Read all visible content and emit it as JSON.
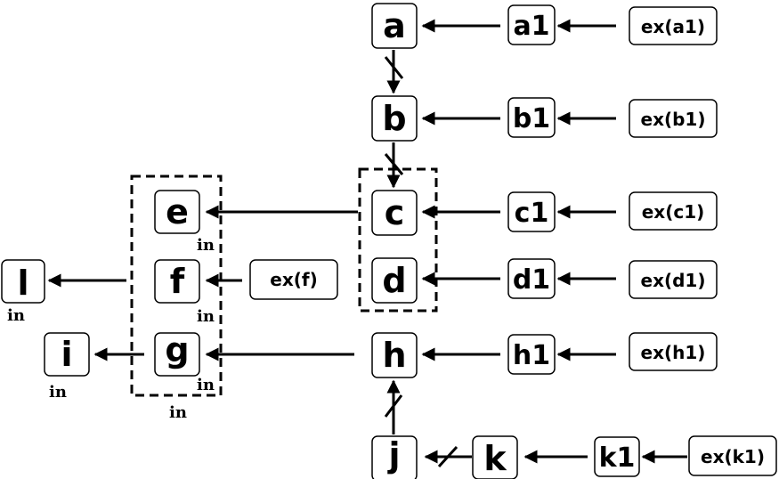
{
  "diagram": {
    "nodes": {
      "a": "a",
      "a1": "a1",
      "exa1": "ex(a1)",
      "b": "b",
      "b1": "b1",
      "exb1": "ex(b1)",
      "c": "c",
      "c1": "c1",
      "exc1": "ex(c1)",
      "d": "d",
      "d1": "d1",
      "exd1": "ex(d1)",
      "h": "h",
      "h1": "h1",
      "exh1": "ex(h1)",
      "j": "j",
      "k": "k",
      "k1": "k1",
      "exk1": "ex(k1)",
      "e": "e",
      "f": "f",
      "g": "g",
      "exf": "ex(f)",
      "l": "l",
      "i": "i"
    },
    "in_label": "in"
  }
}
